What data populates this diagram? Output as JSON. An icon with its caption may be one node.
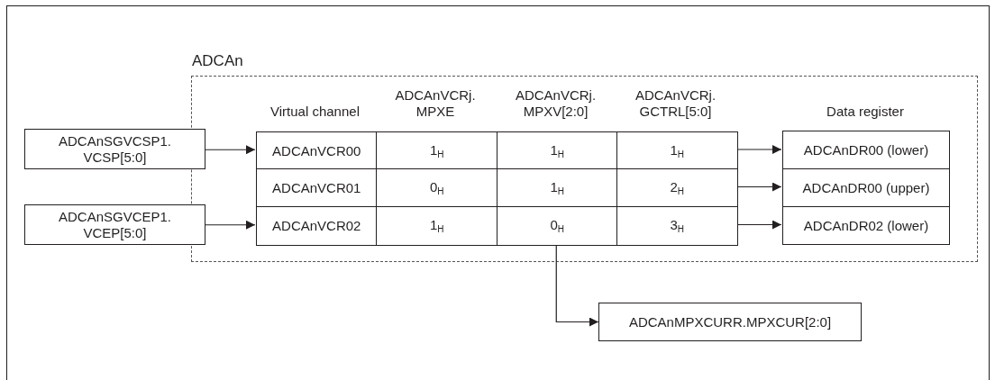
{
  "diagram": {
    "nodes": [
      {
        "text": [
          "ADCAn"
        ]
      },
      {
        "text": [
          "ADCAnSGVCSP1. VCSP[5:0]"
        ]
      },
      {
        "text": [
          "ADCAnSGVCEP1. VCEP[5:0]"
        ]
      },
      {
        "text": [
          "ADCAnVCR00"
        ],
        "in": 0
      },
      {
        "text": [
          "1$_{H}$"
        ],
        "in": 0
      },
      {
        "text": [
          "1$_{H}$"
        ],
        "in": 0
      },
      {
        "text": [
          "1$_{H}$"
        ],
        "in": 0
      },
      {
        "text": [
          "ADCAnVCR01"
        ],
        "in": 0
      },
      {
        "text": [
          "0$_{H}$"
        ],
        "in": 0
      },
      {
        "text": [
          "1$_{H}$"
        ],
        "in": 0
      },
      {
        "text": [
          "2$_{H}$"
        ],
        "in": 0
      },
      {
        "text": [
          "ADCAnVCR02"
        ],
        "in": 0
      },
      {
        "text": [
          "1$_{H}$"
        ],
        "in": 0
      },
      {
        "text": [
          "0$_{H}$"
        ],
        "in": 0
      },
      {
        "text": [
          "3$_{H}$"
        ],
        "in": 0
      },
      {
        "text": [
          "ADCAnDR00 (lower)"
        ],
        "in": 0
      },
      {
        "text": [
          "ADCAnDR00 (upper)"
        ],
        "in": 0
      },
      {
        "text": [
          "ADCAnDR02 (lower)"
        ],
        "in": 0
      },
      {
        "text": [
          "ADCAnMPXCURR.MPXCUR[2:0]"
        ]
      }
    ],
    "edges": [
      {
        "from": 1,
        "to": 3,
        "arrow": "to"
      },
      {
        "from": 2,
        "to": 11,
        "arrow": "to"
      },
      {
        "from": 6,
        "to": 15,
        "arrow": "to"
      },
      {
        "from": 10,
        "to": 16,
        "arrow": "to"
      },
      {
        "from": 14,
        "to": 17,
        "arrow": "to"
      },
      {
        "from": 13,
        "to": 18,
        "arrow": "to"
      }
    ],
    "labels": [
      "Virtual channel",
      "ADCAnVCRj. MPXE",
      "ADCAnVCRj. MPXV[2:0]",
      "ADCAnVCRj. GCTRL[5:0]",
      "Data register"
    ]
  }
}
